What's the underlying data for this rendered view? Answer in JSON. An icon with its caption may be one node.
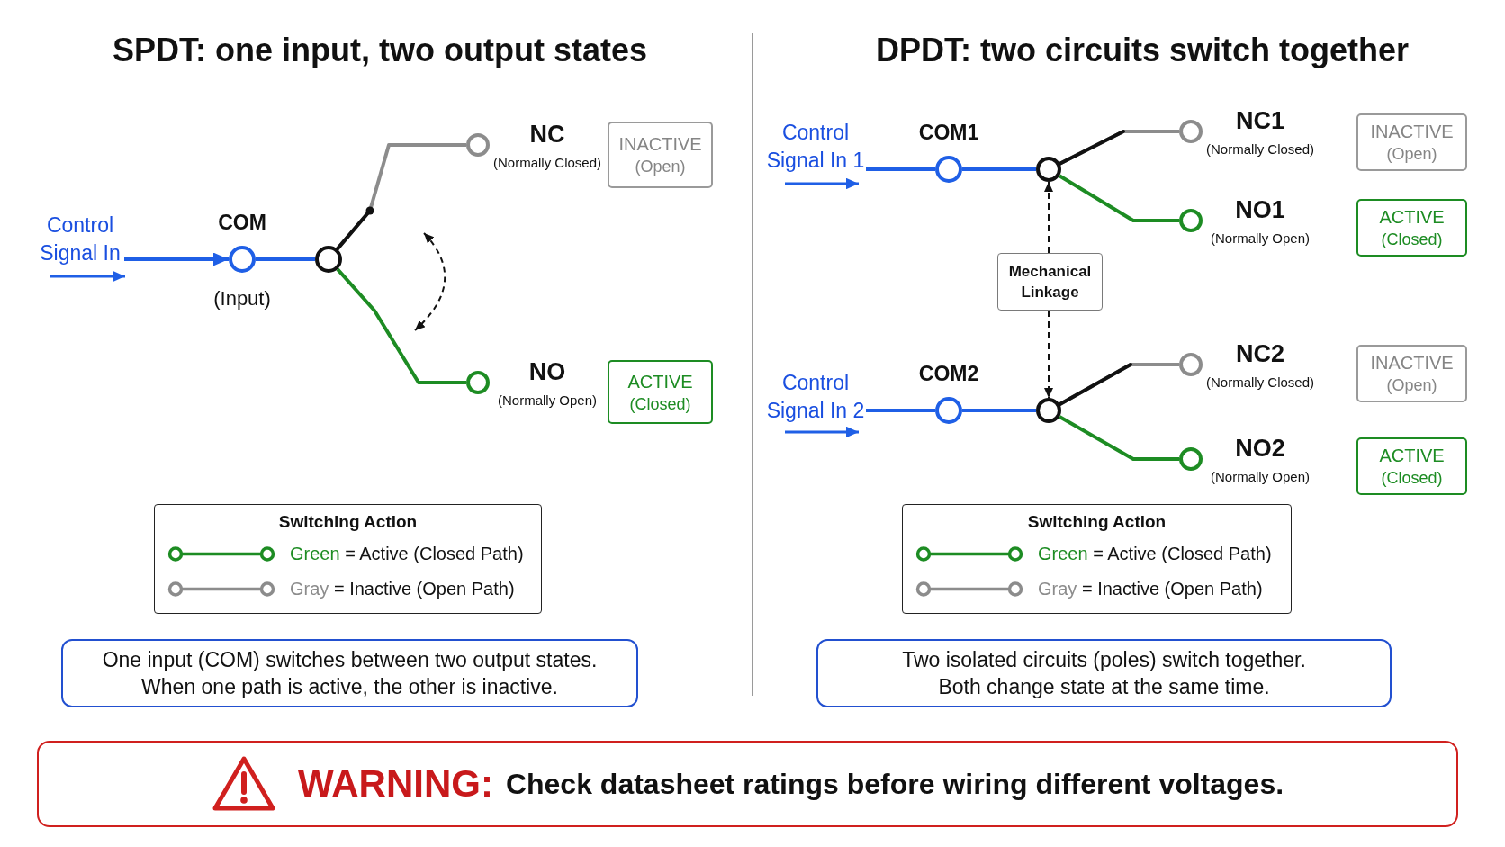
{
  "diagram": {
    "nodes": [
      {
        "text": [
          "Control Signal In"
        ]
      },
      {
        "text": [
          "COM"
        ],
        "beside": [
          "(Input)"
        ]
      },
      {
        "text": [],
        "shape": "circle"
      },
      {
        "text": [
          "NC"
        ],
        "beside": [
          "(Normally Closed)"
        ]
      },
      {
        "text": [
          "INACTIVE",
          "(Open)"
        ]
      },
      {
        "text": [
          "NO"
        ],
        "beside": [
          "(Normally Open)"
        ]
      },
      {
        "text": [
          "ACTIVE",
          "(Closed)"
        ]
      },
      {
        "text": [
          "One input (COM) switches between two output states. When one path is active, the other is inactive."
        ]
      },
      {
        "text": [
          "Control Signal In 1"
        ]
      },
      {
        "text": [
          "COM1"
        ]
      },
      {
        "text": [],
        "shape": "circle"
      },
      {
        "text": [
          "NC1"
        ],
        "beside": [
          "(Normally Closed)"
        ]
      },
      {
        "text": [
          "INACTIVE",
          "(Open)"
        ]
      },
      {
        "text": [
          "NO1"
        ],
        "beside": [
          "(Normally Open)"
        ]
      },
      {
        "text": [
          "ACTIVE",
          "(Closed)"
        ]
      },
      {
        "text": [
          "Mechanical Linkage"
        ]
      },
      {
        "text": [
          "Control Signal In 2"
        ]
      },
      {
        "text": [
          "COM2"
        ]
      },
      {
        "text": [],
        "shape": "circle"
      },
      {
        "text": [
          "NC2"
        ],
        "beside": [
          "(Normally Closed)"
        ]
      },
      {
        "text": [
          "INACTIVE",
          "(Open)"
        ]
      },
      {
        "text": [
          "NO2"
        ],
        "beside": [
          "(Normally Open)"
        ]
      },
      {
        "text": [
          "ACTIVE",
          "(Closed)"
        ]
      },
      {
        "text": [
          "Two isolated circuits (poles) switch together. Both change state at the same time."
        ]
      },
      {
        "text": [
          "WARNING:",
          "Check datasheet ratings before wiring different voltages."
        ]
      }
    ],
    "edges": [
      {
        "from": 0,
        "to": 1,
        "arrow": "to"
      },
      {
        "from": 1,
        "to": 2,
        "arrow": "none"
      },
      {
        "from": 2,
        "to": 3,
        "arrow": "none",
        "color": "#8c8c8c"
      },
      {
        "from": 2,
        "to": 5,
        "arrow": "none",
        "color": "#1d8c23"
      },
      {
        "from": 8,
        "to": 9,
        "arrow": "none"
      },
      {
        "from": 9,
        "to": 10,
        "arrow": "none"
      },
      {
        "from": 10,
        "to": 11,
        "arrow": "none",
        "color": "#8c8c8c"
      },
      {
        "from": 10,
        "to": 13,
        "arrow": "none",
        "color": "#1d8c23"
      },
      {
        "from": 15,
        "to": 10,
        "arrow": "to",
        "style": "dashed",
        "color": "#111111"
      },
      {
        "from": 15,
        "to": 18,
        "arrow": "to",
        "style": "dashed",
        "color": "#111111"
      },
      {
        "from": 16,
        "to": 17,
        "arrow": "none"
      },
      {
        "from": 17,
        "to": 18,
        "arrow": "none"
      },
      {
        "from": 18,
        "to": 19,
        "arrow": "none",
        "color": "#8c8c8c"
      },
      {
        "from": 18,
        "to": 21,
        "arrow": "none",
        "color": "#1d8c23"
      }
    ],
    "labels": [
      "SPDT: one input, two output states",
      "DPDT: two circuits switch together",
      "Switching Action",
      "Switching Action"
    ],
    "legend": [
      {
        "text": "Green = Active (Closed Path)",
        "color": "#1d8c23"
      },
      {
        "text": "Gray = Inactive (Open Path)",
        "color": "#8c8c8c"
      },
      {
        "text": "Green = Active (Closed Path)",
        "color": "#1d8c23"
      },
      {
        "text": "Gray = Inactive (Open Path)",
        "color": "#8c8c8c"
      }
    ]
  }
}
